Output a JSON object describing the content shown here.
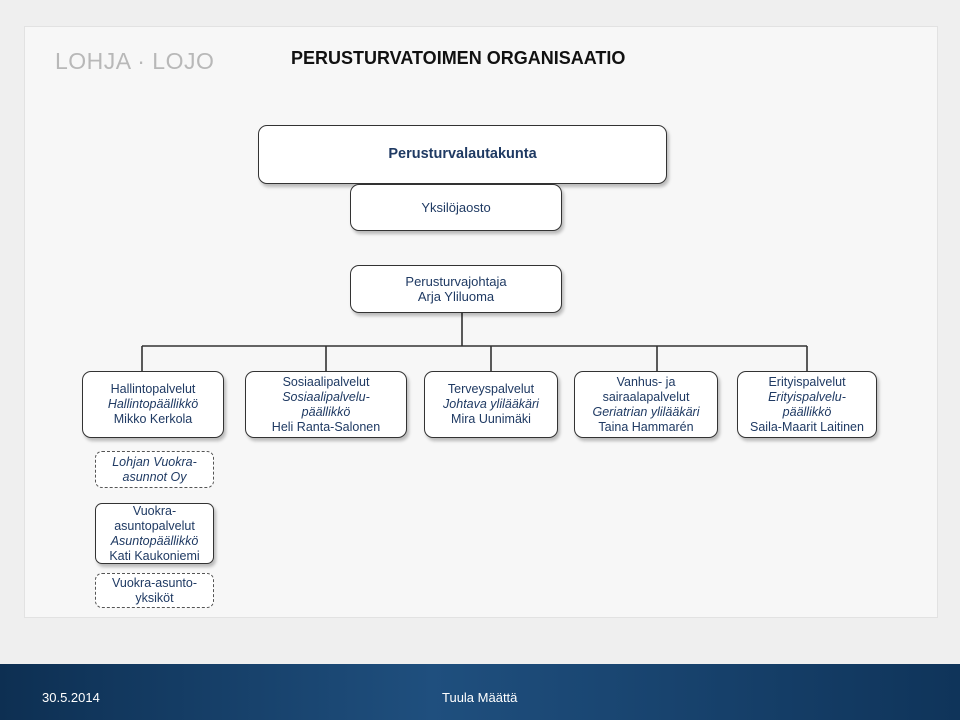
{
  "logo": "LOHJA · LOJO",
  "title": "PERUSTURVATOIMEN ORGANISAATIO",
  "board": "Perusturvalautakunta",
  "subcommittee": "Yksilöjaosto",
  "director": {
    "line1": "Perusturvajohtaja",
    "line2": "Arja Yliluoma"
  },
  "units": [
    {
      "name": "Hallintopalvelut",
      "role": "Hallintopäällikkö",
      "person": "Mikko Kerkola"
    },
    {
      "name": "Sosiaalipalvelut",
      "role1": "Sosiaalipalvelu-",
      "role2": "päällikkö",
      "person": "Heli Ranta-Salonen"
    },
    {
      "name": "Terveyspalvelut",
      "role": "Johtava ylilääkäri",
      "person": "Mira Uunimäki"
    },
    {
      "name1": "Vanhus- ja",
      "name2": "sairaalapalvelut",
      "role": "Geriatrian ylilääkäri",
      "person": "Taina Hammarén"
    },
    {
      "name": "Erityispalvelut",
      "role1": "Erityispalvelu-",
      "role2": "päällikkö",
      "person": "Saila-Maarit Laitinen"
    }
  ],
  "housing_company": {
    "line1": "Lohjan Vuokra-",
    "line2": "asunnot Oy"
  },
  "housing_services": {
    "line1": "Vuokra-",
    "line2": "asuntopalvelut",
    "role": "Asuntopäällikkö",
    "person": "Kati Kaukoniemi"
  },
  "housing_units": {
    "line1": "Vuokra-asunto-",
    "line2": "yksiköt"
  },
  "footer": {
    "date": "30.5.2014",
    "author": "Tuula Määttä"
  }
}
